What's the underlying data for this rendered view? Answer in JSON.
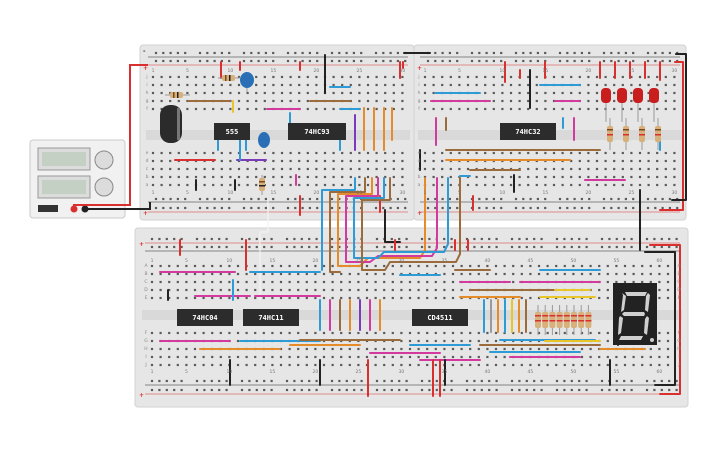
{
  "colors": {
    "board": "#e6e6e6",
    "board_edge": "#d2d2d2",
    "hole": "#5a5a5a",
    "rail_red": "#d9302f",
    "rail_black": "#222222",
    "chip": "#2c2c2c",
    "wire_blue": "#2f9bd6",
    "wire_pink": "#d23a9e",
    "wire_brown": "#9b6b3c",
    "wire_orange": "#e58b2a",
    "wire_purple": "#7b3ab8",
    "wire_yellow": "#e8c528",
    "wire_red": "#d9302f",
    "wire_black": "#222222",
    "wire_gray": "#9a9a9a",
    "wire_white": "#f2f2f2",
    "led_red": "#c81e1e",
    "cap_blue": "#2a6fb5",
    "display_body": "#222222",
    "segment": "#cfcfcf"
  },
  "chips": [
    {
      "id": "chip-555",
      "label": "555"
    },
    {
      "id": "chip-74hc93",
      "label": "74HC93"
    },
    {
      "id": "chip-74hc32",
      "label": "74HC32"
    },
    {
      "id": "chip-74hc04",
      "label": "74HC04"
    },
    {
      "id": "chip-74hc11",
      "label": "74HC11"
    },
    {
      "id": "chip-cd4511",
      "label": "CD4511"
    }
  ],
  "board_top_left": {
    "row_labels_top": [
      "j",
      "i",
      "h",
      "g",
      "f"
    ],
    "row_labels_bottom": [
      "e",
      "d",
      "c",
      "b",
      "a"
    ],
    "col_numbers": [
      "1",
      "5",
      "10",
      "15",
      "20",
      "25",
      "30"
    ]
  },
  "board_top_right": {
    "col_numbers": [
      "1",
      "5",
      "10",
      "15",
      "20",
      "25",
      "30"
    ]
  },
  "board_bottom": {
    "row_labels_top": [
      "A",
      "B",
      "C",
      "D",
      "E"
    ],
    "row_labels_bottom": [
      "F",
      "G",
      "H",
      "I",
      "J"
    ],
    "col_numbers": [
      "1",
      "5",
      "10",
      "15",
      "20",
      "25",
      "30",
      "35",
      "40",
      "45",
      "50",
      "55",
      "60"
    ]
  },
  "power_supply": {
    "name": "DC power supply"
  },
  "rail_signs": {
    "plus": "+",
    "minus": "-"
  }
}
